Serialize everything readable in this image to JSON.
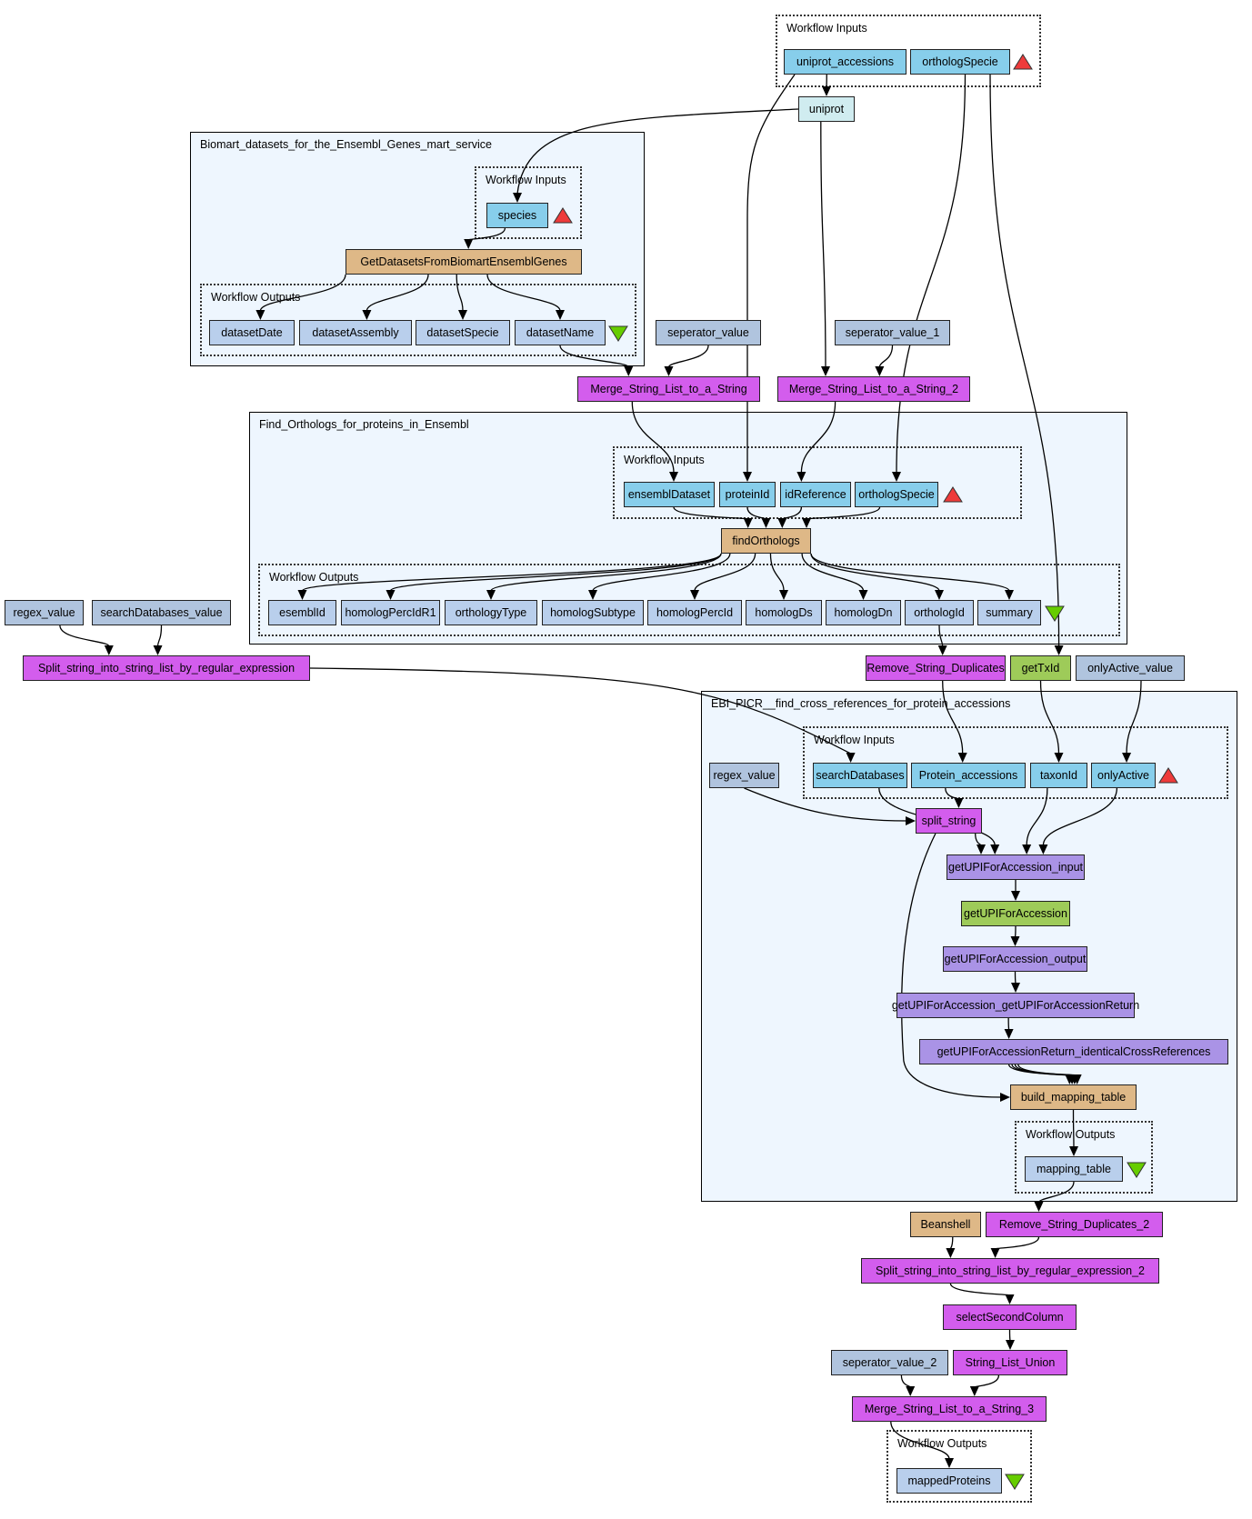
{
  "clusters": {
    "top_inputs": "Workflow Inputs",
    "biomart": "Biomart_datasets_for_the_Ensembl_Genes_mart_service",
    "biomart_inputs": "Workflow Inputs",
    "biomart_outputs": "Workflow Outputs",
    "orthologs": "Find_Orthologs_for_proteins_in_Ensembl",
    "orthologs_inputs": "Workflow Inputs",
    "orthologs_outputs": "Workflow Outputs",
    "picr": "EBI_PICR__find_cross_references_for_protein_accessions",
    "picr_inputs": "Workflow Inputs",
    "picr_outputs": "Workflow Outputs",
    "final_outputs": "Workflow Outputs"
  },
  "nodes": {
    "uniprot_accessions": "uniprot_accessions",
    "orthologSpecie_top": "orthologSpecie",
    "uniprot": "uniprot",
    "species": "species",
    "GetDatasets": "GetDatasetsFromBiomartEnsemblGenes",
    "datasetDate": "datasetDate",
    "datasetAssembly": "datasetAssembly",
    "datasetSpecie": "datasetSpecie",
    "datasetName": "datasetName",
    "seperator_value": "seperator_value",
    "seperator_value_1": "seperator_value_1",
    "merge1": "Merge_String_List_to_a_String",
    "merge2": "Merge_String_List_to_a_String_2",
    "ensemblDataset": "ensemblDataset",
    "proteinId": "proteinId",
    "idReference": "idReference",
    "orthologSpecie_inner": "orthologSpecie",
    "findOrthologs": "findOrthologs",
    "esemblId": "esemblId",
    "homologPercIdR1": "homologPercIdR1",
    "orthologyType": "orthologyType",
    "homologSubtype": "homologSubtype",
    "homologPercId": "homologPercId",
    "homologDs": "homologDs",
    "homologDn": "homologDn",
    "orthologId": "orthologId",
    "summary": "summary",
    "regex_value_top": "regex_value",
    "searchDatabases_value": "searchDatabases_value",
    "split_regex": "Split_string_into_string_list_by_regular_expression",
    "remove_dups": "Remove_String_Duplicates",
    "getTxId": "getTxId",
    "onlyActive_value": "onlyActive_value",
    "regex_value_inner": "regex_value",
    "searchDatabases": "searchDatabases",
    "Protein_accessions": "Protein_accessions",
    "taxonId": "taxonId",
    "onlyActive": "onlyActive",
    "split_string": "split_string",
    "getUPI_input": "getUPIForAccession_input",
    "getUPI": "getUPIForAccession",
    "getUPI_output": "getUPIForAccession_output",
    "getUPI_return": "getUPIForAccession_getUPIForAccessionReturn",
    "getUPI_identical": "getUPIForAccessionReturn_identicalCrossReferences",
    "build_mapping_table": "build_mapping_table",
    "mapping_table": "mapping_table",
    "beanshell": "Beanshell",
    "remove_dups_2": "Remove_String_Duplicates_2",
    "split_regex_2": "Split_string_into_string_list_by_regular_expression_2",
    "selectSecondColumn": "selectSecondColumn",
    "seperator_value_2": "seperator_value_2",
    "string_list_union": "String_List_Union",
    "merge3": "Merge_String_List_to_a_String_3",
    "mappedProteins": "mappedProteins"
  },
  "colors": {
    "workflow_input": "#87ceeb",
    "workflow_output": "#b9cfec",
    "constant": "#b0c4de",
    "local_worker": "#d0ecf0",
    "beanshell": "#deb887",
    "string_op": "#d35ded",
    "soap_service": "#9ecb59",
    "xml_splitter": "#aa93e6",
    "nested_workflow_bg": "#eef6fe",
    "input_marker": "#ee3b3b",
    "output_marker": "#66cd00"
  }
}
